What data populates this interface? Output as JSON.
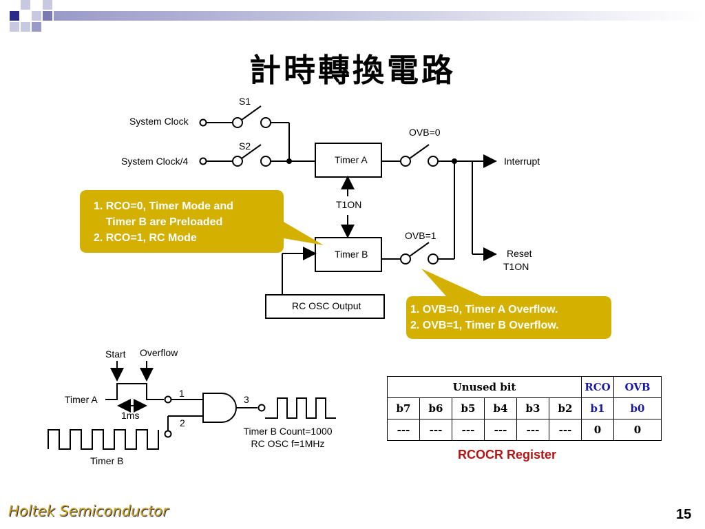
{
  "title": "計時轉換電路",
  "circuit": {
    "s1": "S1",
    "s2": "S2",
    "system_clock": "System Clock",
    "system_clock_4": "System Clock/4",
    "timer_a": "Timer A",
    "timer_b": "Timer B",
    "t1on": "T1ON",
    "ovb0": "OVB=0",
    "ovb1": "OVB=1",
    "interrupt": "Interrupt",
    "reset": "Reset",
    "reset_t1on": "T1ON",
    "rc_osc_output": "RC OSC Output"
  },
  "callouts": {
    "left": [
      "1. RCO=0, Timer Mode and",
      "    Timer B are Preloaded",
      "2. RCO=1, RC Mode"
    ],
    "right": [
      "1. OVB=0, Timer A Overflow.",
      "2. OVB=1, Timer B Overflow."
    ]
  },
  "timing": {
    "start": "Start",
    "overflow": "Overflow",
    "timer_a": "Timer A",
    "timer_b": "Timer B",
    "one_ms": "1ms",
    "pin1": "1",
    "pin2": "2",
    "pin3": "3",
    "count_line1": "Timer B Count=1000",
    "count_line2": "RC OSC f=1MHz"
  },
  "register": {
    "unused": "Unused bit",
    "rco": "RCO",
    "ovb": "OVB",
    "bits": [
      "b7",
      "b6",
      "b5",
      "b4",
      "b3",
      "b2",
      "b1",
      "b0"
    ],
    "values": [
      "---",
      "---",
      "---",
      "---",
      "---",
      "---",
      "0",
      "0"
    ],
    "caption": "RCOCR Register"
  },
  "footer": "Holtek Semiconductor",
  "page_number": "15",
  "colors": {
    "callout": "#d4b000",
    "accent_blue": "#1a1aa8",
    "caption_red": "#b31414"
  }
}
